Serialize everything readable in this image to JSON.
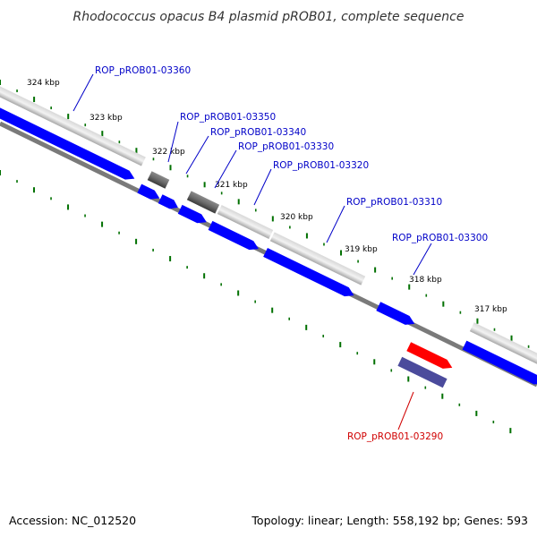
{
  "title": "Rhodococcus opacus B4 plasmid pROB01, complete sequence",
  "footer": {
    "accession": "Accession: NC_012520",
    "summary": "Topology: linear; Length: 558,192 bp; Genes: 593"
  },
  "colors": {
    "forward_cds": "#0000ff",
    "reverse_cds": "#4b4b9c",
    "highlight_cds": "#ff0000",
    "gene_light": "#c8c8c8",
    "gene_dark": "#5a5a5a",
    "backbone": "#7a7a7a",
    "tick": "#007000",
    "label_blue": "#0000c8",
    "label_red": "#d00000"
  },
  "ticks": [
    {
      "label": "324 kbp"
    },
    {
      "label": "323 kbp"
    },
    {
      "label": "322 kbp"
    },
    {
      "label": "321 kbp"
    },
    {
      "label": "320 kbp"
    },
    {
      "label": "319 kbp"
    },
    {
      "label": "318 kbp"
    },
    {
      "label": "317 kbp"
    }
  ],
  "genes": [
    {
      "label": "ROP_pROB01-03360",
      "color": "blue"
    },
    {
      "label": "ROP_pROB01-03350",
      "color": "blue"
    },
    {
      "label": "ROP_pROB01-03340",
      "color": "blue"
    },
    {
      "label": "ROP_pROB01-03330",
      "color": "blue"
    },
    {
      "label": "ROP_pROB01-03320",
      "color": "blue"
    },
    {
      "label": "ROP_pROB01-03310",
      "color": "blue"
    },
    {
      "label": "ROP_pROB01-03300",
      "color": "blue"
    },
    {
      "label": "ROP_pROB01-03290",
      "color": "red"
    }
  ]
}
